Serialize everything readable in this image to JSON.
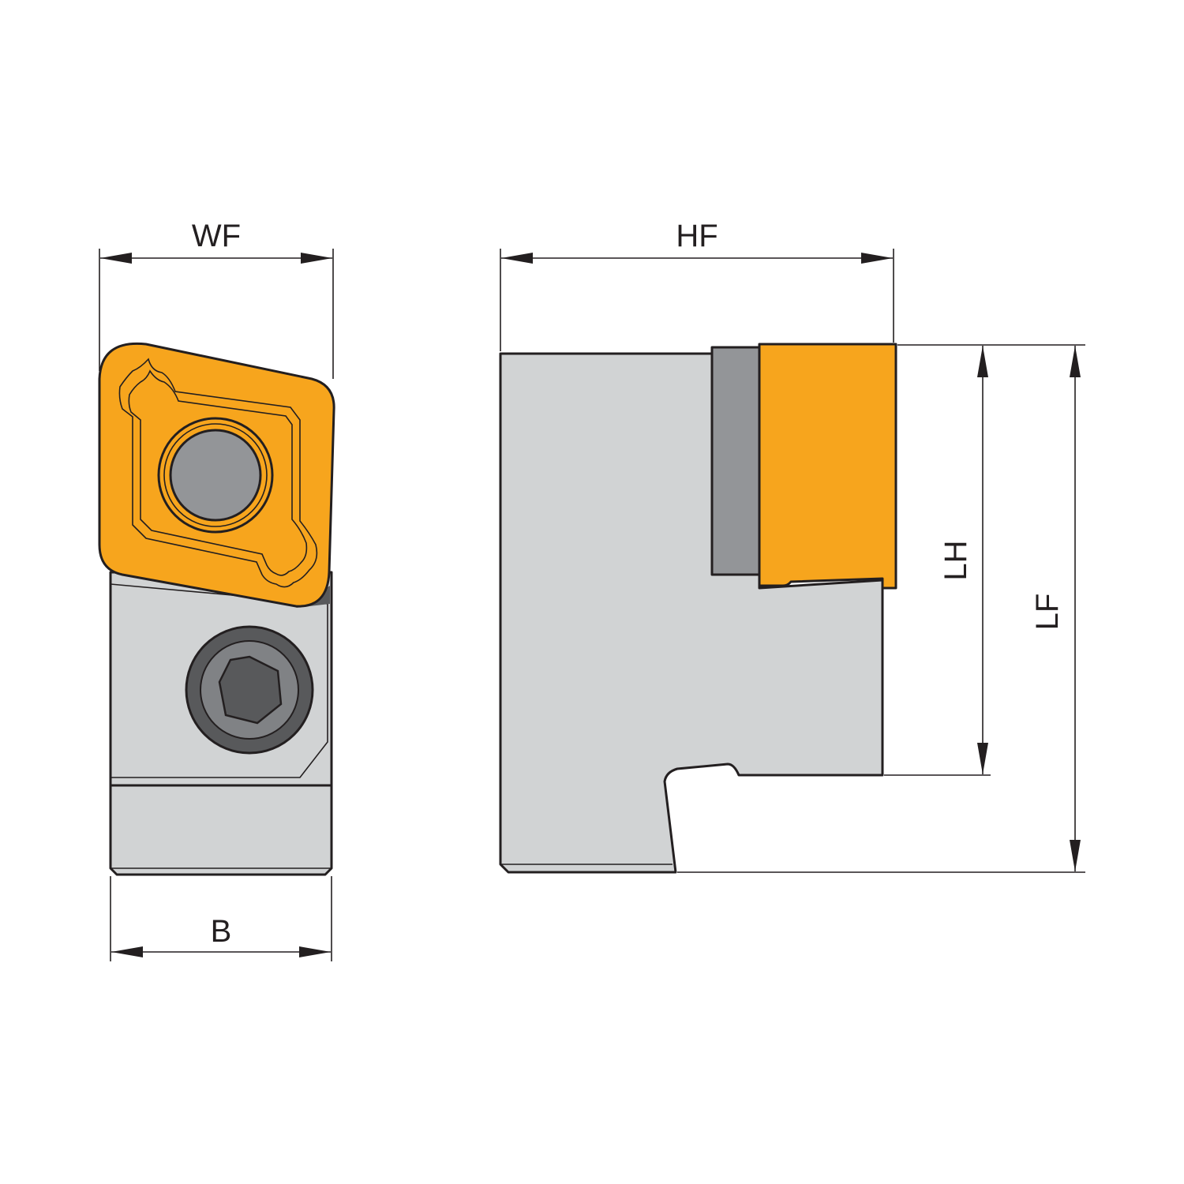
{
  "labels": {
    "wf": "WF",
    "hf": "HF",
    "b": "B",
    "lh": "LH",
    "lf": "LF"
  },
  "colors": {
    "insert": "#f7a51d",
    "body": "#d1d3d4",
    "shim": "#939598",
    "screw_dark": "#58595b",
    "screw_mid": "#808285",
    "line": "#231f20",
    "background": "#ffffff"
  }
}
